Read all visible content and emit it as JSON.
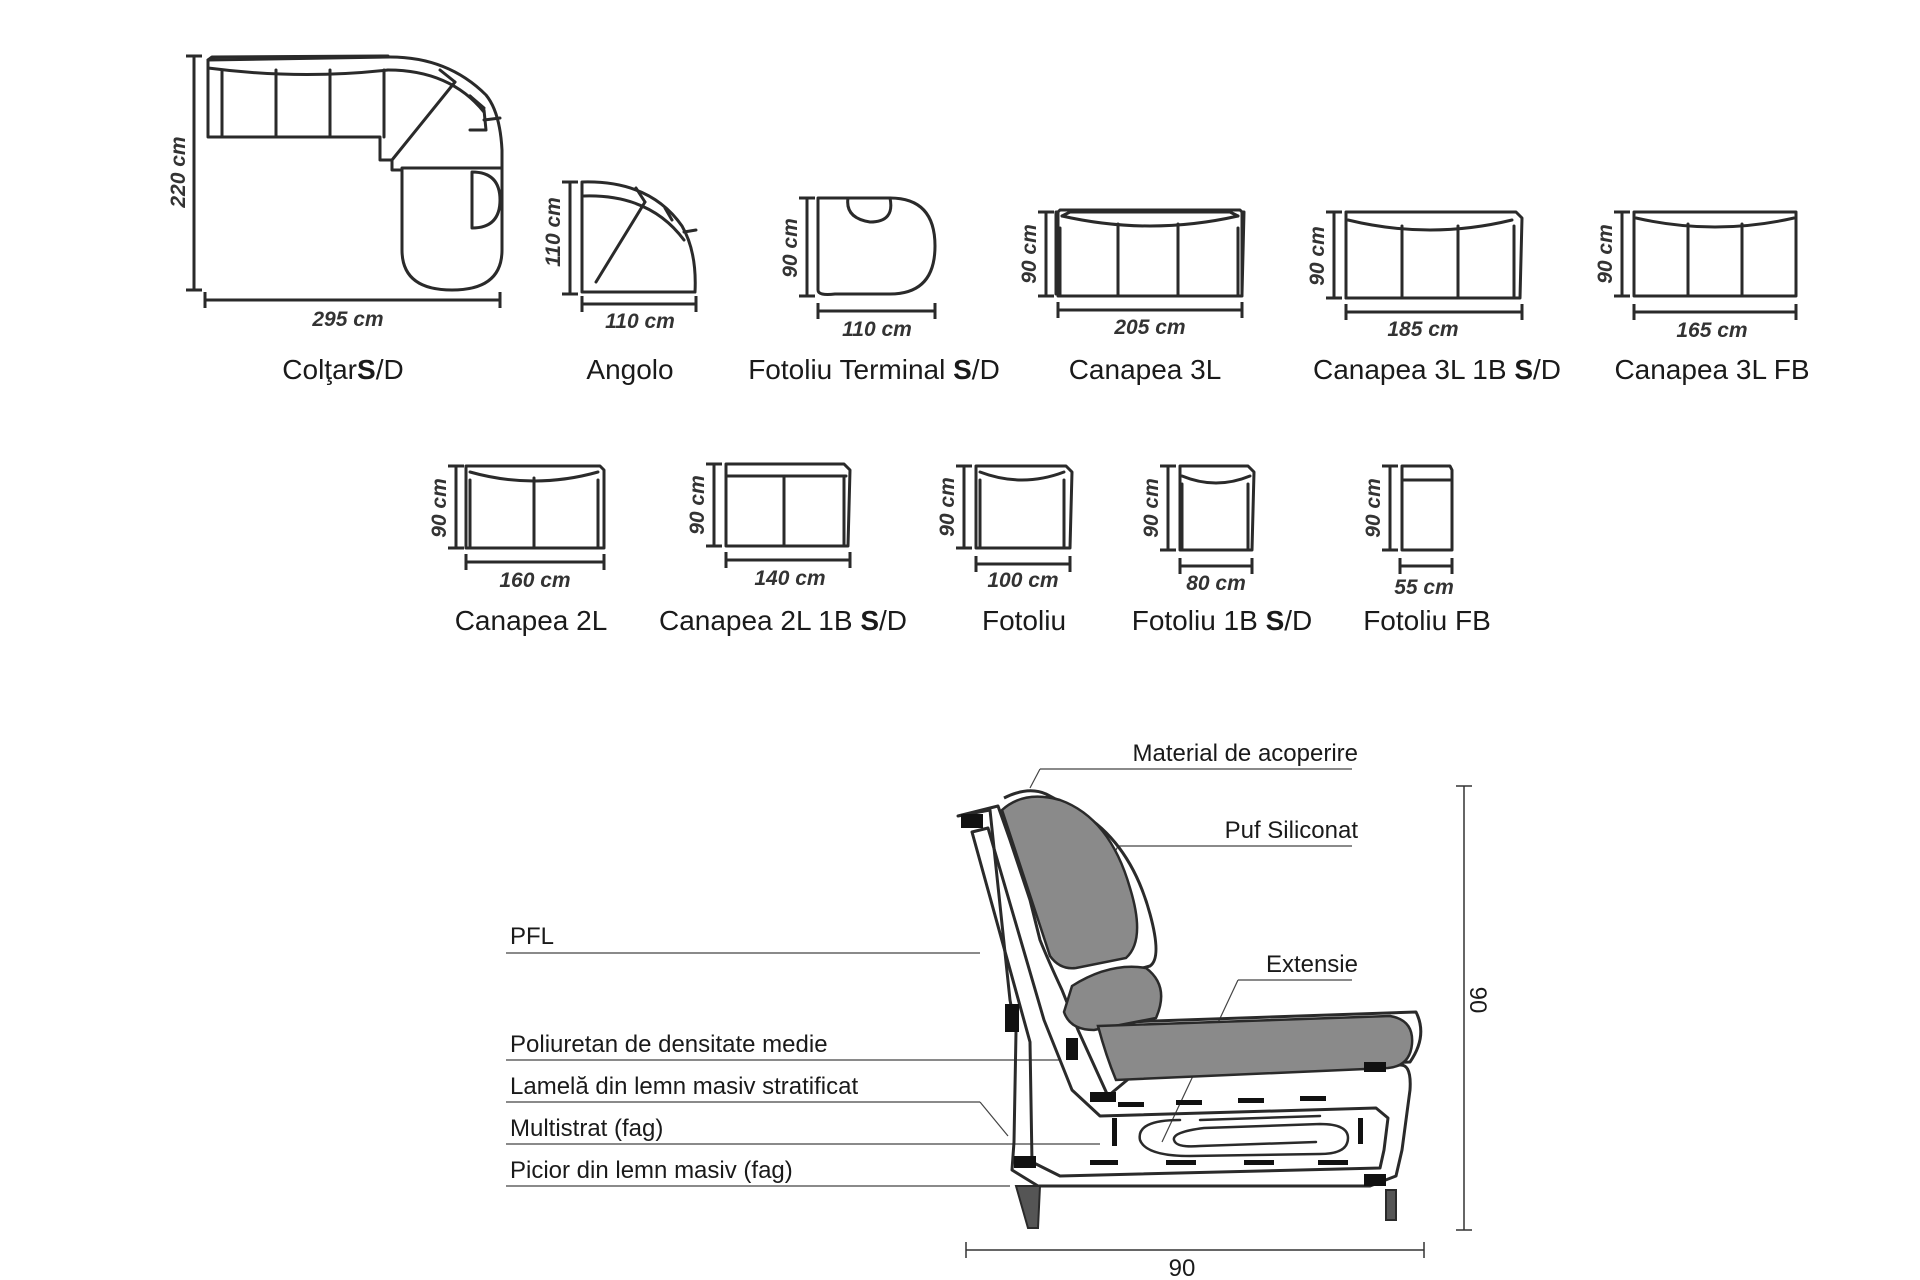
{
  "modules_row1": [
    {
      "id": "coltar",
      "name": "Colţar",
      "suffix_bold": "S",
      "suffix": "/D",
      "width": "295 cm",
      "depth": "220 cm"
    },
    {
      "id": "angolo",
      "name": "Angolo",
      "suffix_bold": "",
      "suffix": "",
      "width": "110 cm",
      "depth": "110 cm"
    },
    {
      "id": "fotoliu-terminal",
      "name": "Fotoliu Terminal ",
      "suffix_bold": "S",
      "suffix": "/D",
      "width": "110 cm",
      "depth": "90 cm"
    },
    {
      "id": "canapea-3l",
      "name": "Canapea 3L",
      "suffix_bold": "",
      "suffix": "",
      "width": "205 cm",
      "depth": "90 cm"
    },
    {
      "id": "canapea-3l-1b",
      "name": "Canapea 3L 1B ",
      "suffix_bold": "S",
      "suffix": "/D",
      "width": "185 cm",
      "depth": "90 cm"
    },
    {
      "id": "canapea-3l-fb",
      "name": "Canapea 3L FB",
      "suffix_bold": "",
      "suffix": "",
      "width": "165 cm",
      "depth": "90 cm"
    }
  ],
  "modules_row2": [
    {
      "id": "canapea-2l",
      "name": "Canapea 2L",
      "suffix_bold": "",
      "suffix": "",
      "width": "160 cm",
      "depth": "90 cm"
    },
    {
      "id": "canapea-2l-1b",
      "name": "Canapea 2L 1B ",
      "suffix_bold": "S",
      "suffix": "/D",
      "width": "140 cm",
      "depth": "90 cm"
    },
    {
      "id": "fotoliu",
      "name": "Fotoliu",
      "suffix_bold": "",
      "suffix": "",
      "width": "100 cm",
      "depth": "90 cm"
    },
    {
      "id": "fotoliu-1b",
      "name": "Fotoliu 1B ",
      "suffix_bold": "S",
      "suffix": "/D",
      "width": "80 cm",
      "depth": "90 cm"
    },
    {
      "id": "fotoliu-fb",
      "name": "Fotoliu FB",
      "suffix_bold": "",
      "suffix": "",
      "width": "55 cm",
      "depth": "90 cm"
    }
  ],
  "section": {
    "labels_right": {
      "cover": "Material de acoperire",
      "puff": "Puf Siliconat",
      "extension": "Extensie"
    },
    "labels_left": {
      "pfl": "PFL",
      "foam": "Poliuretan de densitate medie",
      "slat": "Lamelă din lemn masiv stratificat",
      "plywood": "Multistrat (fag)",
      "leg": "Picior din lemn masiv (fag)"
    },
    "height": "90",
    "depth": "90"
  },
  "colors": {
    "outline": "#2a2a2a",
    "foam": "#8a8a8a",
    "block": "#111111",
    "background": "#ffffff"
  }
}
